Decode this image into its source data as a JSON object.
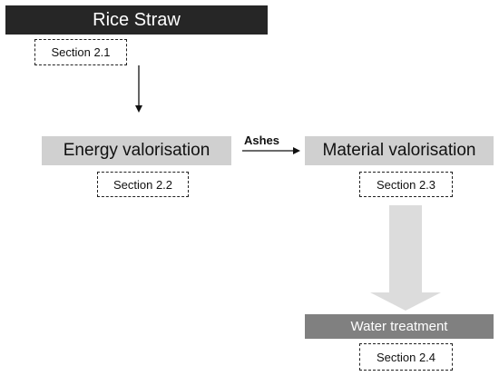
{
  "nodes": {
    "rice_straw": "Rice Straw",
    "energy_valorisation": "Energy valorisation",
    "material_valorisation": "Material valorisation",
    "water_treatment": "Water treatment"
  },
  "sections": {
    "s21": "Section 2.1",
    "s22": "Section 2.2",
    "s23": "Section 2.3",
    "s24": "Section 2.4"
  },
  "edges": {
    "ashes_label": "Ashes"
  },
  "colors": {
    "title_bg": "#262626",
    "process_bg": "#d0d0d0",
    "water_bg": "#808080",
    "big_arrow": "#dcdcdc"
  }
}
